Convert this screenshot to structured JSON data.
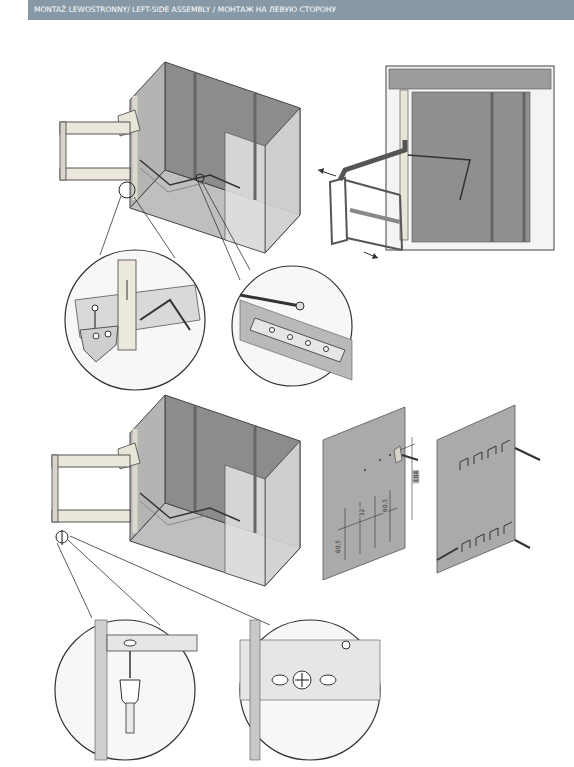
{
  "diagram": {
    "title": "MONTAŻ LEWOSTRONNY/ LEFT-SIDE ASSEMBLY / МОНТАЖ НА ЛЕВУЮ СТОРОНУ",
    "labels": [
      "60,5",
      "32",
      "60,5",
      "104"
    ]
  }
}
